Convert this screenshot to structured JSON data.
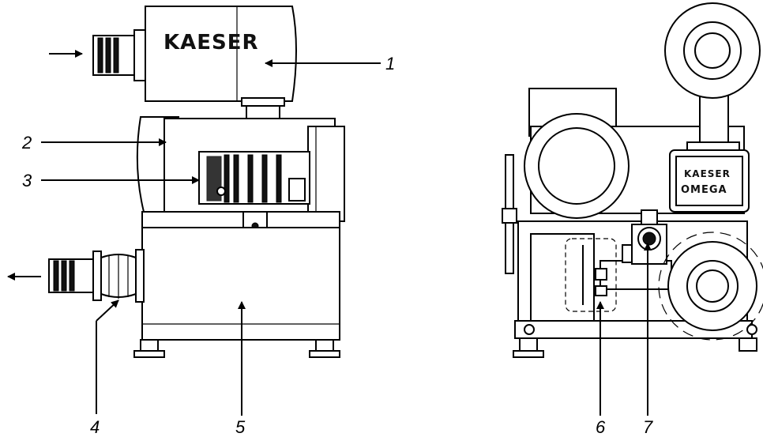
{
  "brand": {
    "main_logo": "KAESER",
    "side_logo_line1": "KAESER",
    "side_logo_line2": "OMEGA"
  },
  "callouts": [
    {
      "id": "1",
      "label": "1"
    },
    {
      "id": "2",
      "label": "2"
    },
    {
      "id": "3",
      "label": "3"
    },
    {
      "id": "4",
      "label": "4"
    },
    {
      "id": "5",
      "label": "5"
    },
    {
      "id": "6",
      "label": "6"
    },
    {
      "id": "7",
      "label": "7"
    }
  ]
}
